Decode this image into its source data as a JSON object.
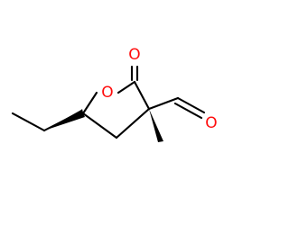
{
  "molecule": {
    "colors": {
      "bond": "#000000",
      "oxygen": "#ff0d0d",
      "background": "#ffffff"
    },
    "atoms": {
      "ring_oxygen": "O",
      "carbonyl_oxygen": "O",
      "aldehyde_oxygen": "O"
    }
  }
}
